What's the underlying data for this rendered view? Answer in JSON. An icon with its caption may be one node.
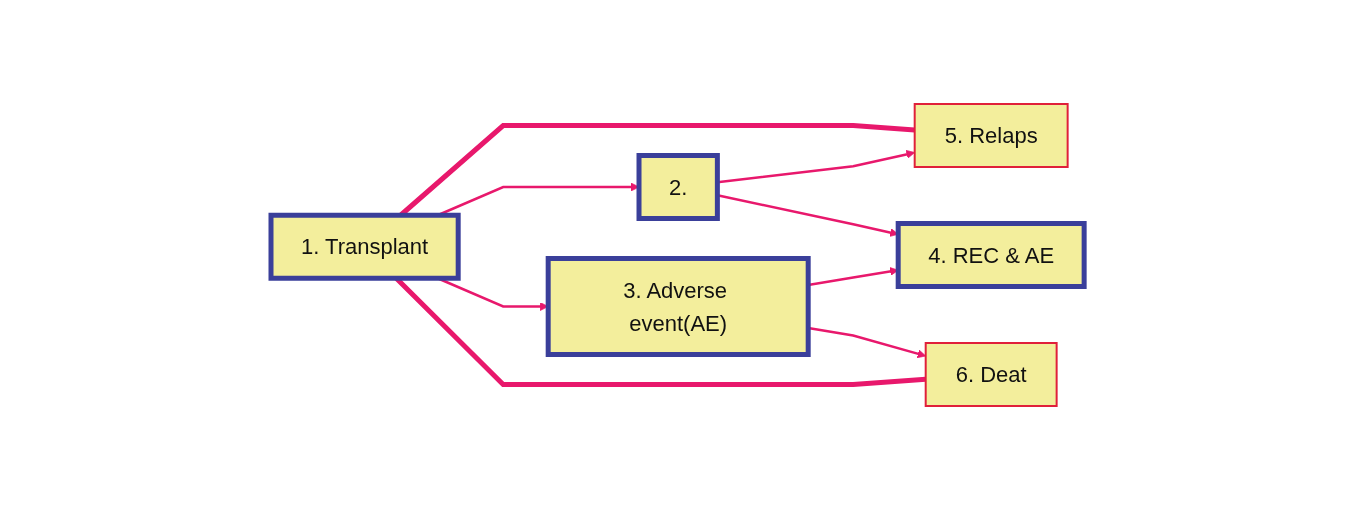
{
  "diagram": {
    "nodes": [
      {
        "text": [
          "1. Transplant"
        ]
      },
      {
        "text": [
          "2."
        ]
      },
      {
        "text": [
          "3. Adverse event(AE)"
        ]
      },
      {
        "text": [
          "4. REC & AE"
        ]
      },
      {
        "text": [
          "5. Relaps"
        ]
      },
      {
        "text": [
          "6. Deat"
        ]
      }
    ],
    "edges": [
      {
        "from": 0,
        "to": 1,
        "arrow": "to"
      },
      {
        "from": 0,
        "to": 2,
        "arrow": "to"
      },
      {
        "from": 0,
        "to": 4,
        "arrow": "none",
        "style": "thick"
      },
      {
        "from": 1,
        "to": 4,
        "arrow": "to"
      },
      {
        "from": 1,
        "to": 3,
        "arrow": "to"
      },
      {
        "from": 2,
        "to": 3,
        "arrow": "to"
      },
      {
        "from": 2,
        "to": 5,
        "arrow": "to"
      },
      {
        "from": 0,
        "to": 5,
        "arrow": "none",
        "style": "thick"
      }
    ]
  }
}
